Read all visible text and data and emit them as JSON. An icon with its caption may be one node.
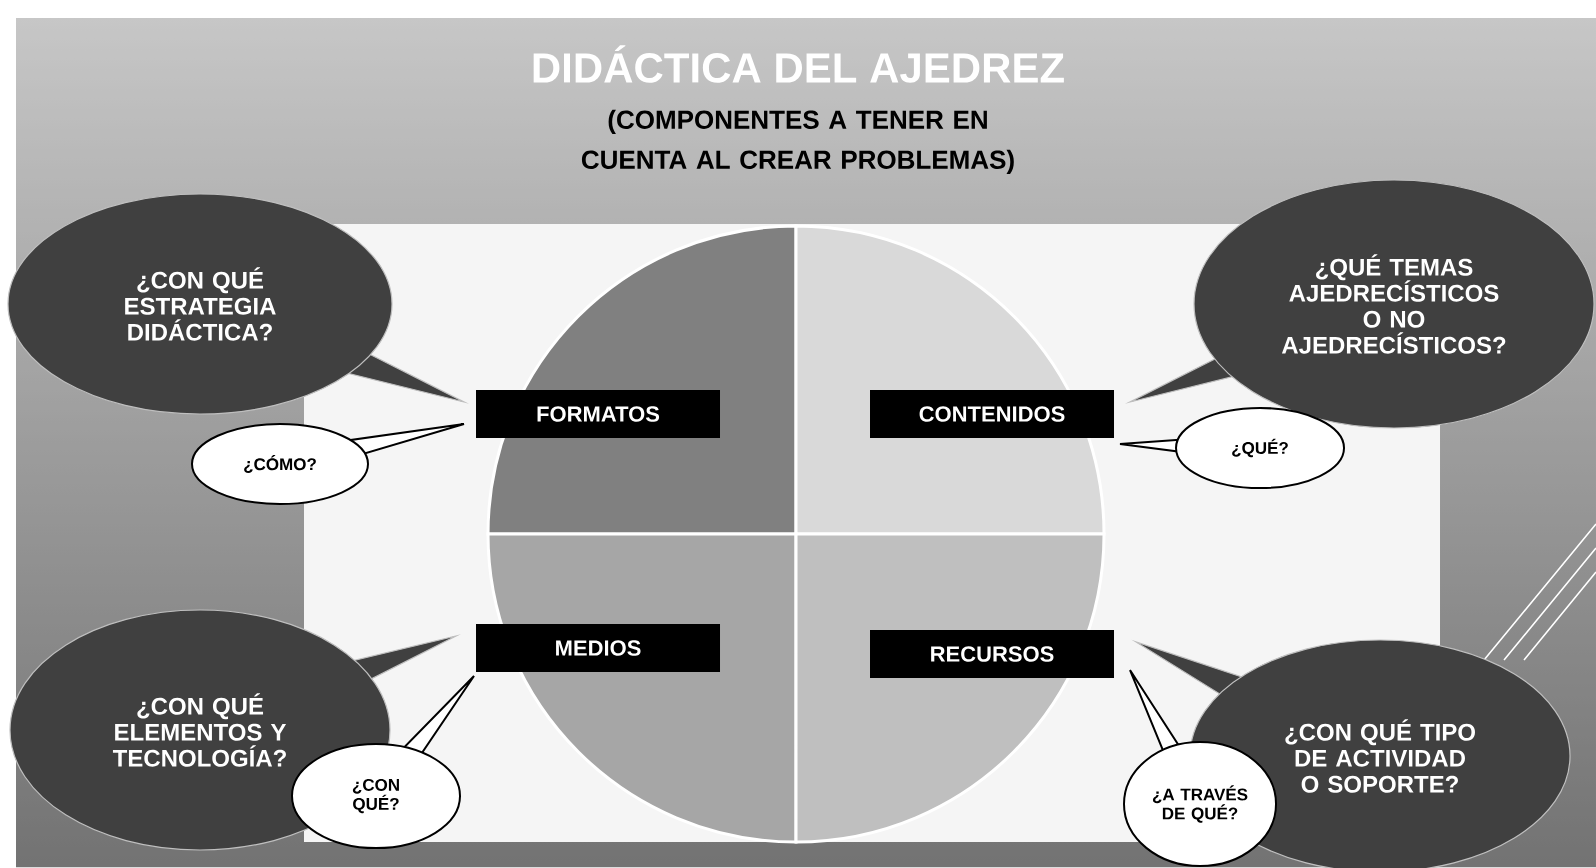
{
  "diagram": {
    "title": "DIDÁCTICA DEL AJEDREZ",
    "nodes": [
      {
        "text": [
          "¿CON QUÉ ESTRATEGIA DIDÁCTICA?"
        ]
      },
      {
        "text": [
          "¿QUÉ TEMAS AJEDRECÍSTICOS O NO AJEDRECÍSTICOS?"
        ]
      },
      {
        "text": [
          "¿CÓMO?"
        ]
      },
      {
        "text": [
          "FORMATOS"
        ]
      },
      {
        "text": [
          "CONTENIDOS"
        ]
      },
      {
        "text": [
          "¿QUÉ?"
        ]
      },
      {
        "text": [
          "¿CON QUÉ ELEMENTOS Y TECNOLOGÍA?"
        ]
      },
      {
        "text": [
          "MEDIOS"
        ]
      },
      {
        "text": [
          "RECURSOS"
        ]
      },
      {
        "text": [
          "¿CON QUÉ TIPO DE ACTIVIDAD O SOPORTE?"
        ]
      },
      {
        "text": [
          "¿CON QUÉ?"
        ]
      },
      {
        "text": [
          "¿A TRAVÉS DE QUÉ?"
        ]
      }
    ],
    "labels": [
      "(COMPONENTES A TENER EN CUENTA AL CREAR PROBLEMAS)"
    ]
  }
}
